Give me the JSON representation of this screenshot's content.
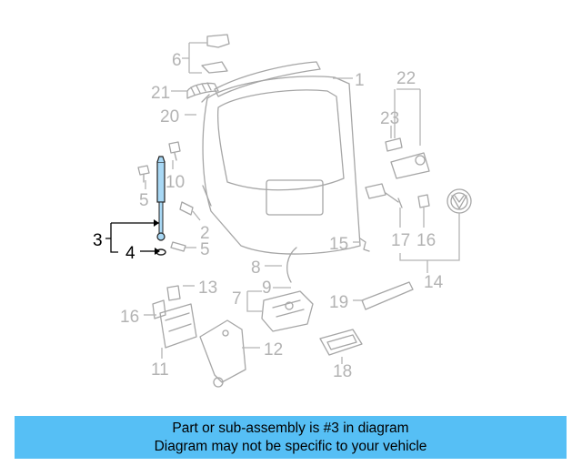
{
  "callouts": {
    "c1": "1",
    "c2": "2",
    "c3": "3",
    "c4": "4",
    "c5a": "5",
    "c5b": "5",
    "c6": "6",
    "c7": "7",
    "c8": "8",
    "c9": "9",
    "c10": "10",
    "c11": "11",
    "c12": "12",
    "c13": "13",
    "c14": "14",
    "c15": "15",
    "c16a": "16",
    "c16b": "16",
    "c17": "17",
    "c18": "18",
    "c19": "19",
    "c20": "20",
    "c21": "21",
    "c22": "22",
    "c23": "23"
  },
  "highlighted_part": "3",
  "colors": {
    "banner": "#56bff5",
    "part_line": "#a6a6a6",
    "callout": "#b3b3b3",
    "highlight": "#000000"
  },
  "banner": {
    "line1": "Part or sub-assembly is #3 in diagram",
    "line2": "Diagram may not be specific to your vehicle"
  }
}
